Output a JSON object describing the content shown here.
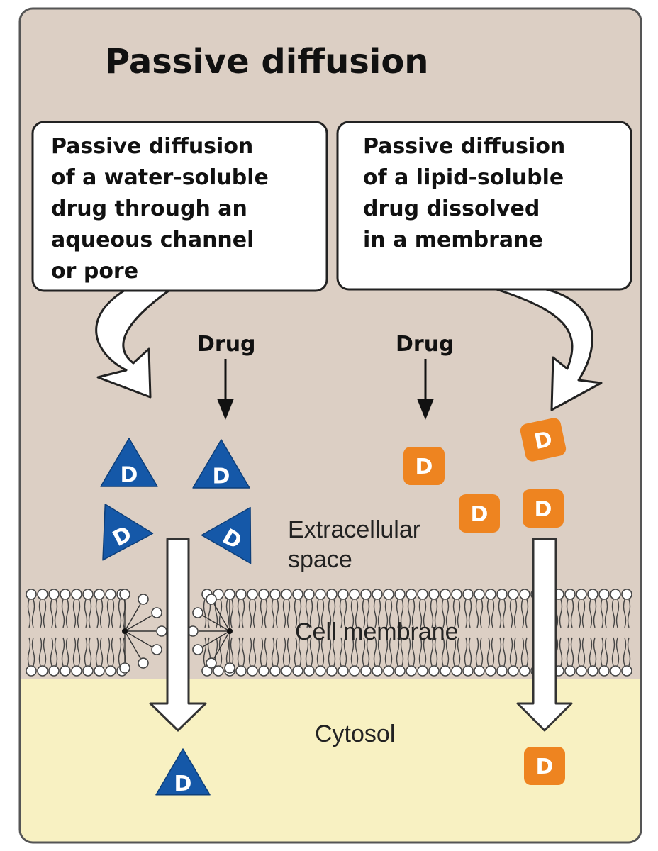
{
  "title": "Passive diffusion",
  "callouts": {
    "left": {
      "lines": [
        "Passive diffusion",
        "of a water-soluble",
        "drug through an",
        "aqueous channel",
        "or pore"
      ]
    },
    "right": {
      "lines": [
        "Passive diffusion",
        "of a lipid-soluble",
        "drug dissolved",
        "in a membrane"
      ]
    }
  },
  "drug_labels": {
    "left": "Drug",
    "right": "Drug"
  },
  "regions": {
    "extracellular": [
      "Extracellular",
      "space"
    ],
    "membrane": "Cell membrane",
    "cytosol": "Cytosol"
  },
  "molecule_letter": "D",
  "colors": {
    "extracellular_bg": "#dccfc4",
    "cytosol_bg": "#f8f1c2",
    "water_soluble_drug": "#1558a8",
    "lipid_soluble_drug": "#ee8420",
    "frame": "#555555"
  }
}
